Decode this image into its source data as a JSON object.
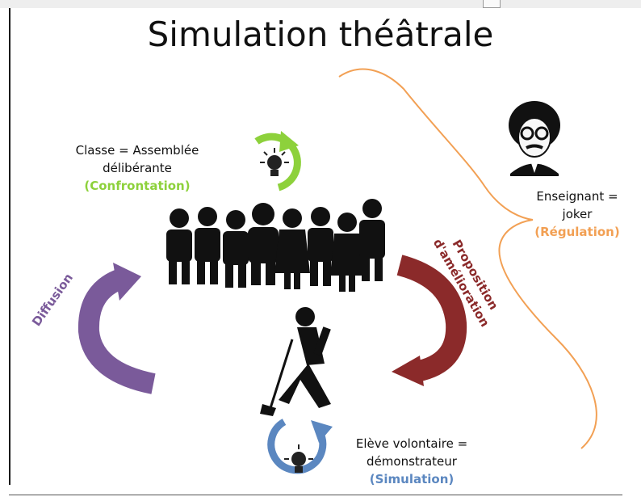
{
  "title": "Simulation théâtrale",
  "classe": {
    "line1": "Classe = Assemblée",
    "line2": "délibérante",
    "role": "(Confrontation)"
  },
  "enseignant": {
    "line1": "Enseignant =",
    "line2": "joker",
    "role": "(Régulation)"
  },
  "eleve": {
    "line1": "Elève volontaire =",
    "line2": "démonstrateur",
    "role": "(Simulation)"
  },
  "diffusion": "Diffusion",
  "proposition": {
    "line1": "Proposition",
    "line2": "d'amélioration"
  },
  "colors": {
    "green": "#8dd13b",
    "orange": "#f2a054",
    "blue": "#5b87c0",
    "purple": "#7a5a9a",
    "darkred": "#8b2a2a"
  },
  "icons": [
    "lightbulb-icon",
    "crowd-icon",
    "teacher-avatar-icon",
    "trimmer-person-icon"
  ]
}
